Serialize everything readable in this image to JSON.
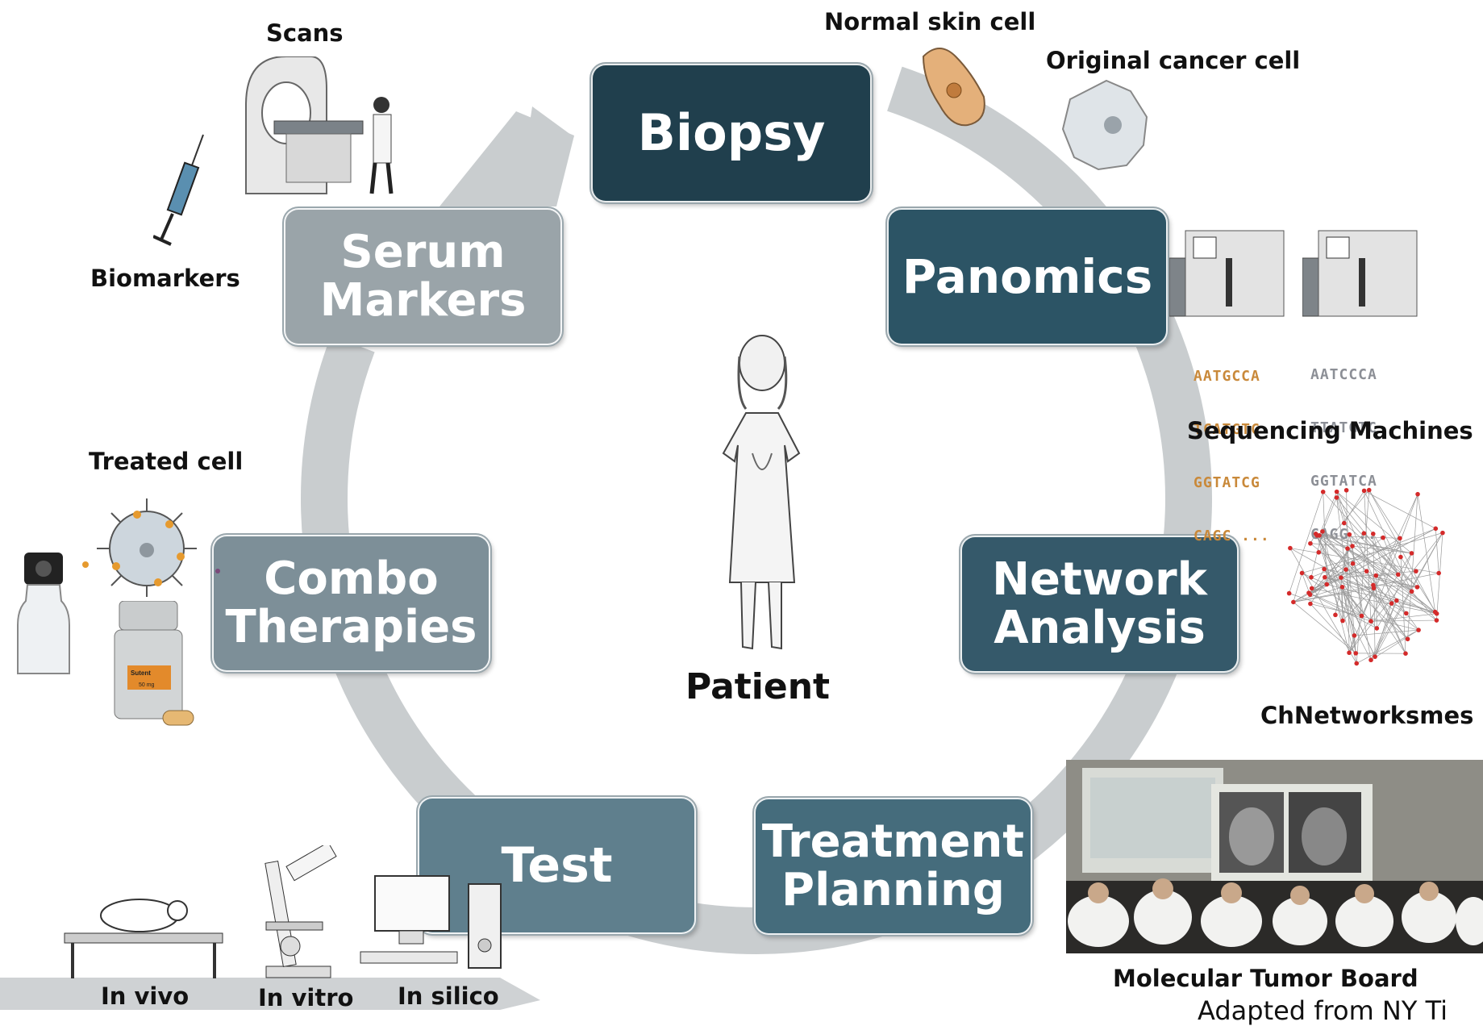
{
  "center": {
    "label": "Patient"
  },
  "stages": {
    "biopsy": "Biopsy",
    "panomics": "Panomics",
    "network_analysis": "Network\nAnalysis",
    "treatment_planning": "Treatment\nPlanning",
    "test": "Test",
    "combo_therapies": "Combo\nTherapies",
    "serum_markers": "Serum\nMarkers"
  },
  "labels": {
    "scans": "Scans",
    "biomarkers": "Biomarkers",
    "normal_skin_cell": "Normal skin cell",
    "original_cancer_cell": "Original cancer cell",
    "sequencing_machines": "Sequencing Machines",
    "networks_overlap": "ChNetworksmes",
    "molecular_tumor_board": "Molecular Tumor Board",
    "adapted_from": "Adapted from NY Ti",
    "treated_cell": "Treated cell",
    "in_vivo": "In vivo",
    "in_vitro": "In vitro",
    "in_silico": "In silico",
    "drug_label_name": "Sutent",
    "drug_label_dose": "50 mg"
  },
  "sequences": {
    "left": [
      "AATGCCA",
      "TCATGTC",
      "GGTATCG",
      "CAGC ..."
    ],
    "right": [
      "AATCCCA",
      "TTATGTC",
      "GGTATCA",
      "CAGG ..."
    ]
  },
  "colors": {
    "ring": "#c9cdcf",
    "biopsy": "#203f4d",
    "panomics": "#2c5465",
    "network_analysis": "#35596a",
    "treatment_planning": "#456c7c",
    "test": "#5f7f8d",
    "combo_therapies": "#7d8f98",
    "serum_markers": "#9aa4a9"
  }
}
